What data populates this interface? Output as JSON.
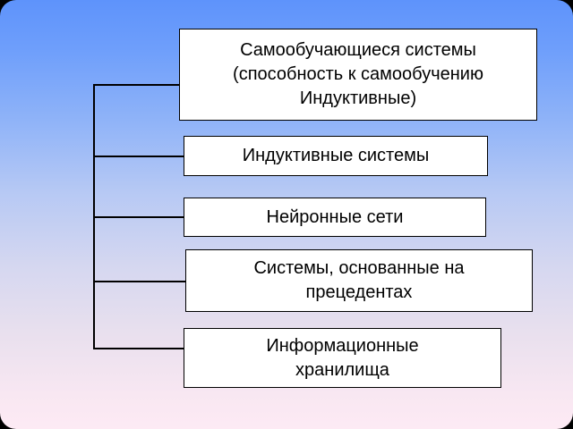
{
  "slide": {
    "background_top_color": "#5e93fb",
    "background_bottom_color": "#fdeaf4",
    "box_fill_color": "#ffffff",
    "box_border_color": "#000000",
    "connector_color": "#000000",
    "boxes": [
      {
        "id": "self-learning-systems",
        "text": "Самообучающиеся системы\n(способность к самообучению\nИндуктивные)"
      },
      {
        "id": "inductive-systems",
        "text": "Индуктивные системы"
      },
      {
        "id": "neural-networks",
        "text": "Нейронные сети"
      },
      {
        "id": "case-based-systems",
        "text": "Системы, основанные на\nпрецедентах"
      },
      {
        "id": "information-storages",
        "text": "Информационные\nхранилища"
      }
    ]
  }
}
